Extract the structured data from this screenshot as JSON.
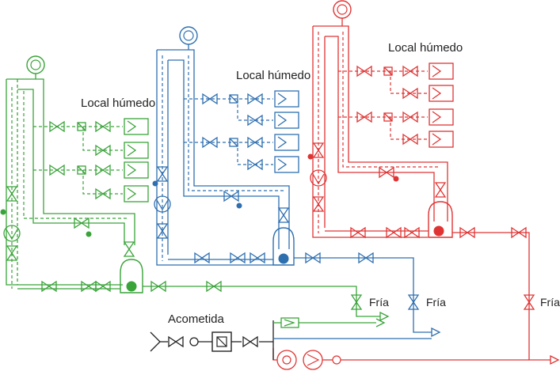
{
  "diagram": {
    "colors": {
      "green": "#3aa33a",
      "blue": "#2e6fb0",
      "red": "#e03434",
      "dark": "#222222"
    },
    "labels": {
      "local_humedo_green": "Local húmedo",
      "local_humedo_blue": "Local húmedo",
      "local_humedo_red": "Local húmedo",
      "acometida": "Acometida",
      "fria_1": "Fría",
      "fria_2": "Fría",
      "fria_3": "Fría"
    }
  }
}
